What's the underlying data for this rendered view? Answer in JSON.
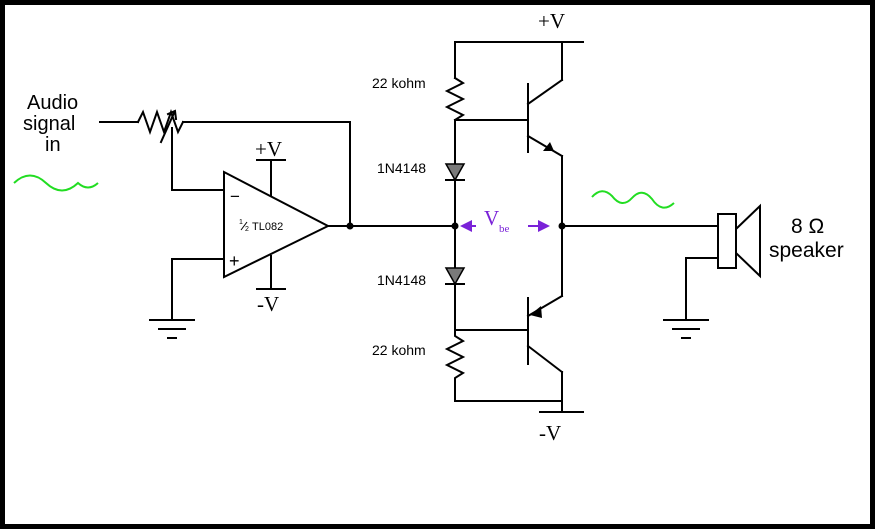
{
  "labels": {
    "input_line1": "Audio",
    "input_line2": "signal",
    "input_line3": "in",
    "plus_v_top": "+V",
    "minus_v_bottom": "-V",
    "opamp_plus_v": "+V",
    "opamp_minus_v": "-V",
    "opamp_inv": "−",
    "opamp_noninv": "+",
    "opamp_frac_num": "1",
    "opamp_frac_den": "2",
    "opamp_part": "TL082",
    "resistor_top": "22 kohm",
    "resistor_bottom": "22 kohm",
    "diode_top": "1N4148",
    "diode_bottom": "1N4148",
    "vbe_main": "V",
    "vbe_sub": "be",
    "speaker_line1": "8 Ω",
    "speaker_line2": "speaker"
  },
  "colors": {
    "wire": "#000000",
    "signal_wave": "#22dd22",
    "vbe_annotation": "#7a22d8",
    "diode_fill": "#7a7a7a",
    "frame": "#000000",
    "background": "#ffffff"
  }
}
